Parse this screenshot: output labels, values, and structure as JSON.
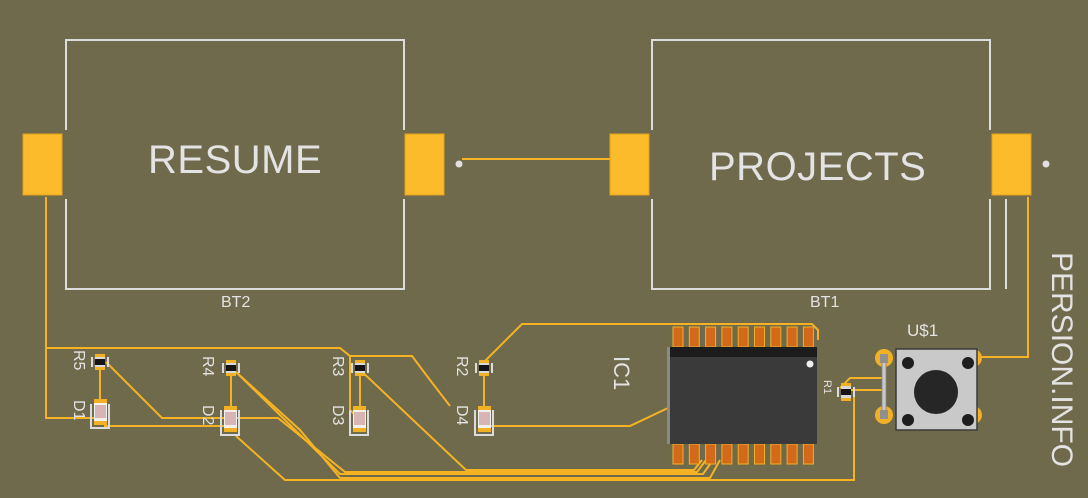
{
  "board": {
    "colors": {
      "substrate": "#6f6a4b",
      "copper": "#fbbb2a",
      "silkscreen": "#dcdcdc",
      "ic_body": "#3a3a3a",
      "ic_pins": "#d26a1a"
    },
    "buttons": [
      {
        "id": "BT2",
        "label": "RESUME",
        "ref": "BT2"
      },
      {
        "id": "BT1",
        "label": "PROJECTS",
        "ref": "BT1"
      }
    ],
    "resistors": [
      "R5",
      "R4",
      "R3",
      "R2"
    ],
    "leds": [
      "D1",
      "D2",
      "D3",
      "D4"
    ],
    "ic": {
      "ref": "IC1"
    },
    "small_part": {
      "ref": "R1"
    },
    "switch": {
      "ref": "U$1"
    },
    "side_text": "PERSION.INFO"
  }
}
